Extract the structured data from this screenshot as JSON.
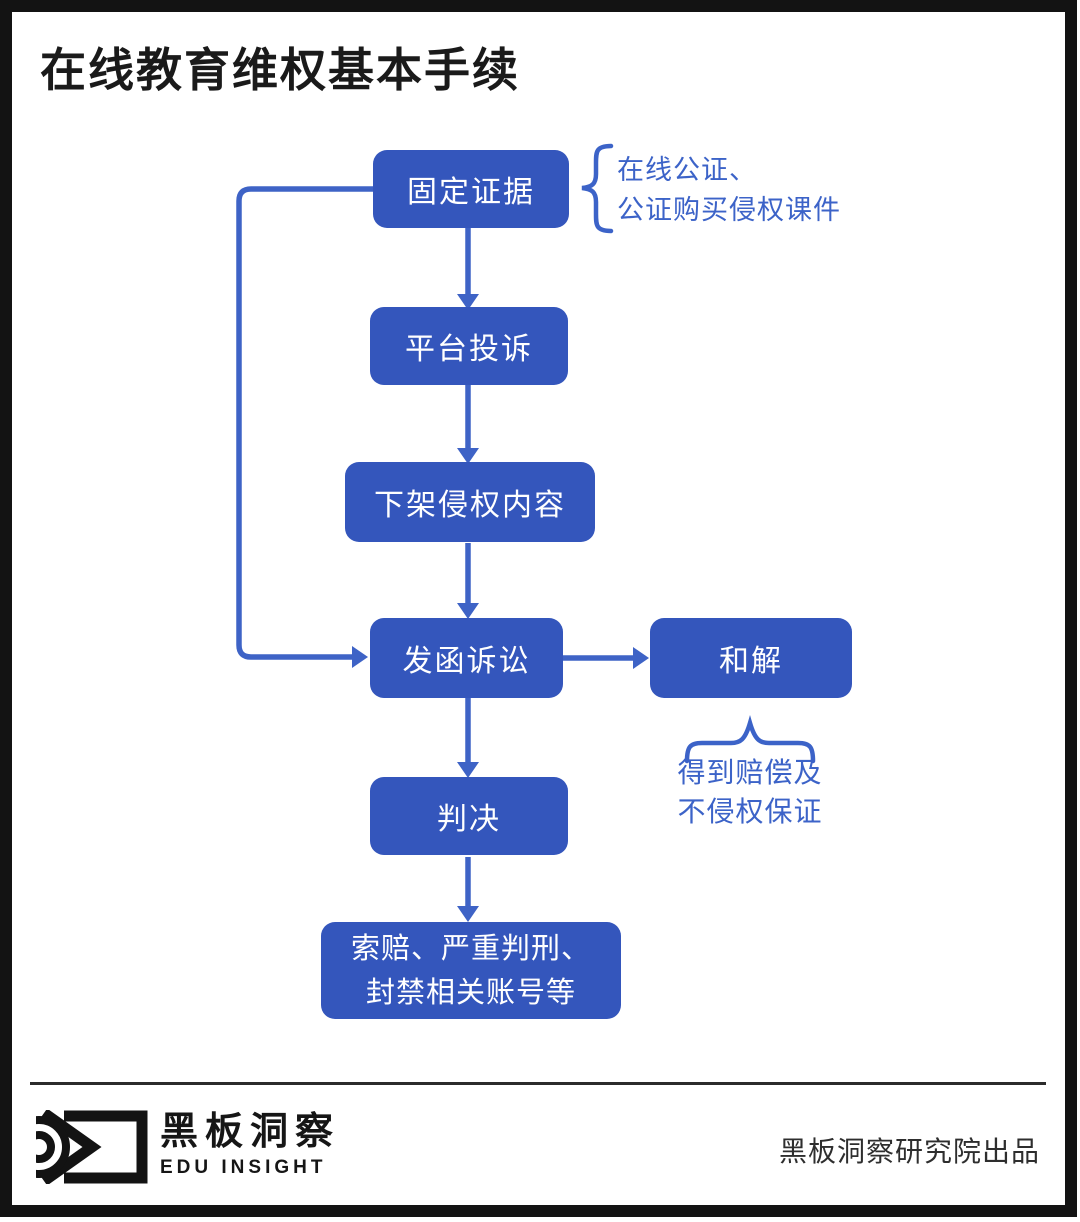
{
  "header": {
    "title": "在线教育维权基本手续"
  },
  "colors": {
    "node_blue": "#3456BC",
    "connector_blue": "#3E63C6",
    "annotation_blue": "#3C63C8",
    "frame_black": "#131313"
  },
  "flowchart": {
    "type": "flowchart",
    "nodes": [
      {
        "id": "fix-evidence",
        "label": "固定证据"
      },
      {
        "id": "platform-complaint",
        "label": "平台投诉"
      },
      {
        "id": "remove-infringing-content",
        "label": "下架侵权内容"
      },
      {
        "id": "send-letter-litigation",
        "label": "发函诉讼"
      },
      {
        "id": "settlement",
        "label": "和解"
      },
      {
        "id": "judgment",
        "label": "判决"
      },
      {
        "id": "penalties",
        "label_lines": [
          "索赔、严重判刑、",
          "封禁相关账号等"
        ]
      }
    ],
    "annotations": [
      {
        "target": "fix-evidence",
        "lines": [
          "在线公证、",
          "公证购买侵权课件"
        ]
      },
      {
        "target": "settlement",
        "lines": [
          "得到赔偿及",
          "不侵权保证"
        ]
      }
    ],
    "edges": [
      {
        "from": "固定证据",
        "to": "平台投诉"
      },
      {
        "from": "平台投诉",
        "to": "下架侵权内容"
      },
      {
        "from": "下架侵权内容",
        "to": "发函诉讼"
      },
      {
        "from": "固定证据",
        "to": "发函诉讼"
      },
      {
        "from": "发函诉讼",
        "to": "和解"
      },
      {
        "from": "发函诉讼",
        "to": "判决"
      },
      {
        "from": "判决",
        "to": "索赔、严重判刑、封禁相关账号等"
      }
    ]
  },
  "footer": {
    "brand_cn": "黑板洞察",
    "brand_en": "EDU INSIGHT",
    "credit": "黑板洞察研究院出品"
  }
}
